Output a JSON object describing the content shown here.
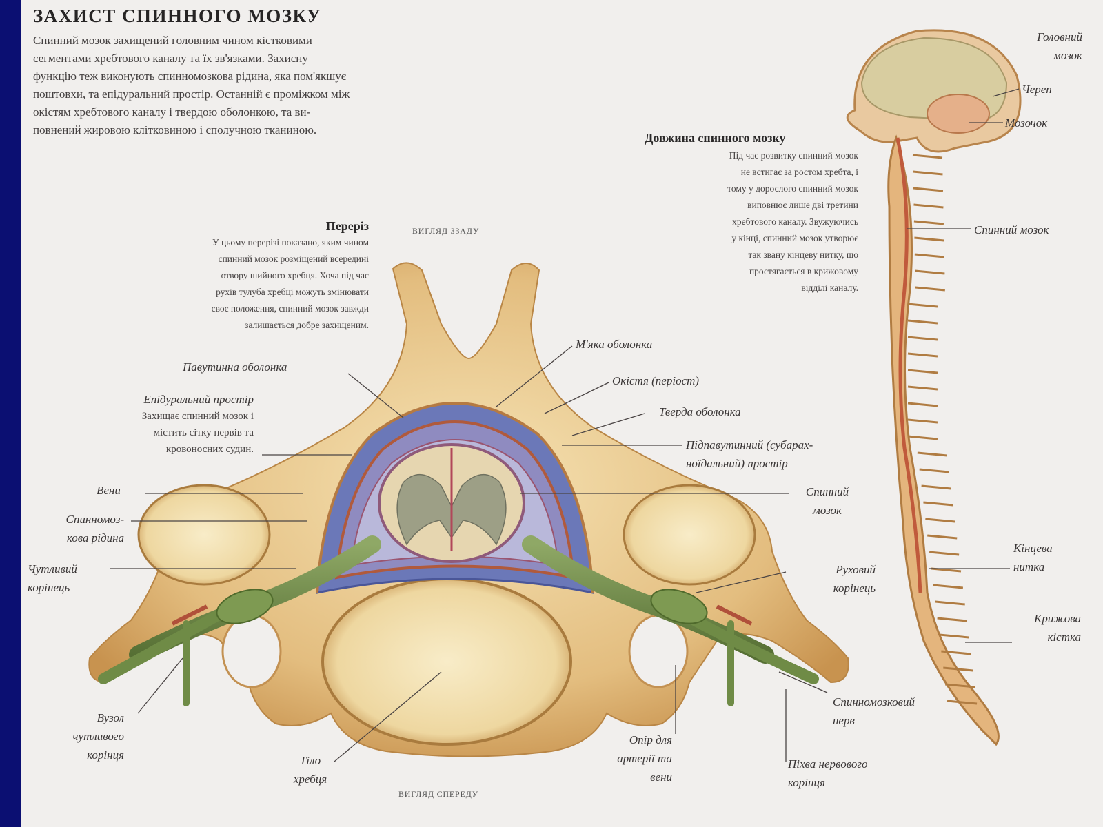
{
  "title": "ЗАХИСТ СПИННОГО МОЗКУ",
  "intro": [
    "Спинний мозок захищений головним чином кістковими",
    "сегментами хребтового каналу та їх зв'язками. Захисну",
    "функцію теж виконують спинномозкова рідина, яка пом'якшує",
    "поштовхи, та епідуральний простір. Останній є проміжком між",
    "окістям хребтового каналу і твердою оболонкою, та ви-",
    "повнений жировою клітковиною і сполучною тканиною."
  ],
  "section_length": {
    "heading": "Довжина спинного мозку",
    "text": [
      "Під час розвитку спинний мозок",
      "не встигає за ростом хребта, і",
      "тому у дорослого спинний мозок",
      "виповнює лише дві третини",
      "хребтового каналу. Звужуючись",
      "у кінці, спинний мозок утворює",
      "так звану кінцеву нитку, що",
      "простягається в крижовому",
      "відділі каналу."
    ]
  },
  "section_cross": {
    "heading": "Переріз",
    "text": [
      "У цьому перерізі показано, яким чином",
      "спинний мозок розміщений всередині",
      "отвору шийного хребця. Хоча під час",
      "рухів тулуба хребці можуть змінювати",
      "своє положення, спинний мозок завжди",
      "залишається добре захищеним."
    ]
  },
  "views": {
    "back": "ВИГЛЯД ЗЗАДУ",
    "front": "ВИГЛЯД СПЕРЕДУ"
  },
  "labels": {
    "brain": [
      "Головний",
      "мозок"
    ],
    "skull": "Череп",
    "cerebellum": "Мозочок",
    "spinal_cord_right": "Спинний мозок",
    "filum": [
      "Кінцева",
      "нитка"
    ],
    "sacrum": [
      "Крижова",
      "кістка"
    ],
    "pia": "М'яка оболонка",
    "periosteum": "Окістя (періост)",
    "arachnoid": "Павутинна оболонка",
    "epidural": "Епідуральний простір",
    "epidural_desc": [
      "Захищає спинний мозок і",
      "містить сітку нервів та",
      "кровоносних судин."
    ],
    "dura": "Тверда оболонка",
    "subarachnoid": [
      "Підпавутинний (субарах-",
      "ноїдальний) простір"
    ],
    "veins": "Вени",
    "csf": [
      "Спинномоз-",
      "кова рідина"
    ],
    "cord": [
      "Спинний",
      "мозок"
    ],
    "sensory_root": [
      "Чутливий",
      "корінець"
    ],
    "motor_root": [
      "Руховий",
      "корінець"
    ],
    "ganglion": [
      "Вузол",
      "чутливого",
      "корінця"
    ],
    "vertebral_body": [
      "Тіло",
      "хребця"
    ],
    "spinal_nerve": [
      "Спинномозковий",
      "нерв"
    ],
    "artery_support": [
      "Опір для",
      "артерії та",
      "вени"
    ],
    "root_sheath": [
      "Піхва нервового",
      "корінця"
    ]
  }
}
